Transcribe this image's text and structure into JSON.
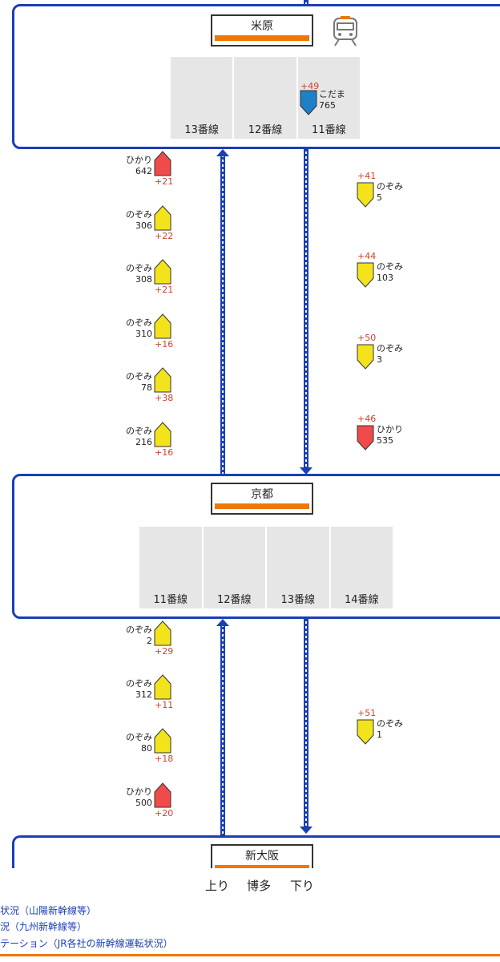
{
  "stations": {
    "maibara": {
      "name": "米原",
      "tracks": [
        "13番線",
        "12番線",
        "11番線"
      ]
    },
    "kyoto": {
      "name": "京都",
      "tracks": [
        "11番線",
        "12番線",
        "13番線",
        "14番線"
      ]
    },
    "shinosaka": {
      "name": "新大阪"
    }
  },
  "trains": {
    "maibara_platform": {
      "type": "こだま",
      "number": "765",
      "delay": "+49"
    },
    "up1": [
      {
        "type": "ひかり",
        "number": "642",
        "delay": "+21"
      },
      {
        "type": "のぞみ",
        "number": "306",
        "delay": "+22"
      },
      {
        "type": "のぞみ",
        "number": "308",
        "delay": "+21"
      },
      {
        "type": "のぞみ",
        "number": "310",
        "delay": "+16"
      },
      {
        "type": "のぞみ",
        "number": "78",
        "delay": "+38"
      },
      {
        "type": "のぞみ",
        "number": "216",
        "delay": "+16"
      }
    ],
    "down1": [
      {
        "type": "のぞみ",
        "number": "5",
        "delay": "+41"
      },
      {
        "type": "のぞみ",
        "number": "103",
        "delay": "+44"
      },
      {
        "type": "のぞみ",
        "number": "3",
        "delay": "+50"
      },
      {
        "type": "ひかり",
        "number": "535",
        "delay": "+46"
      }
    ],
    "up2": [
      {
        "type": "のぞみ",
        "number": "2",
        "delay": "+29"
      },
      {
        "type": "のぞみ",
        "number": "312",
        "delay": "+11"
      },
      {
        "type": "のぞみ",
        "number": "80",
        "delay": "+18"
      },
      {
        "type": "ひかり",
        "number": "500",
        "delay": "+20"
      }
    ],
    "down2": [
      {
        "type": "のぞみ",
        "number": "1",
        "delay": "+51"
      }
    ]
  },
  "tabs": {
    "up": "上り",
    "hakata": "博多",
    "down": "下り"
  },
  "footer": {
    "link1": "状況（山陽新幹線等）",
    "link2": "況（九州新幹線等）",
    "link3": "テーション（JR各社の新幹線運転状況）"
  },
  "colors": {
    "line": "#1a3fb5",
    "nozomi": "#f3e31c",
    "hikari": "#f04a4a",
    "kodama": "#1f7fc9",
    "accent": "#f07800"
  },
  "icons": {
    "train": "train-front-icon"
  }
}
